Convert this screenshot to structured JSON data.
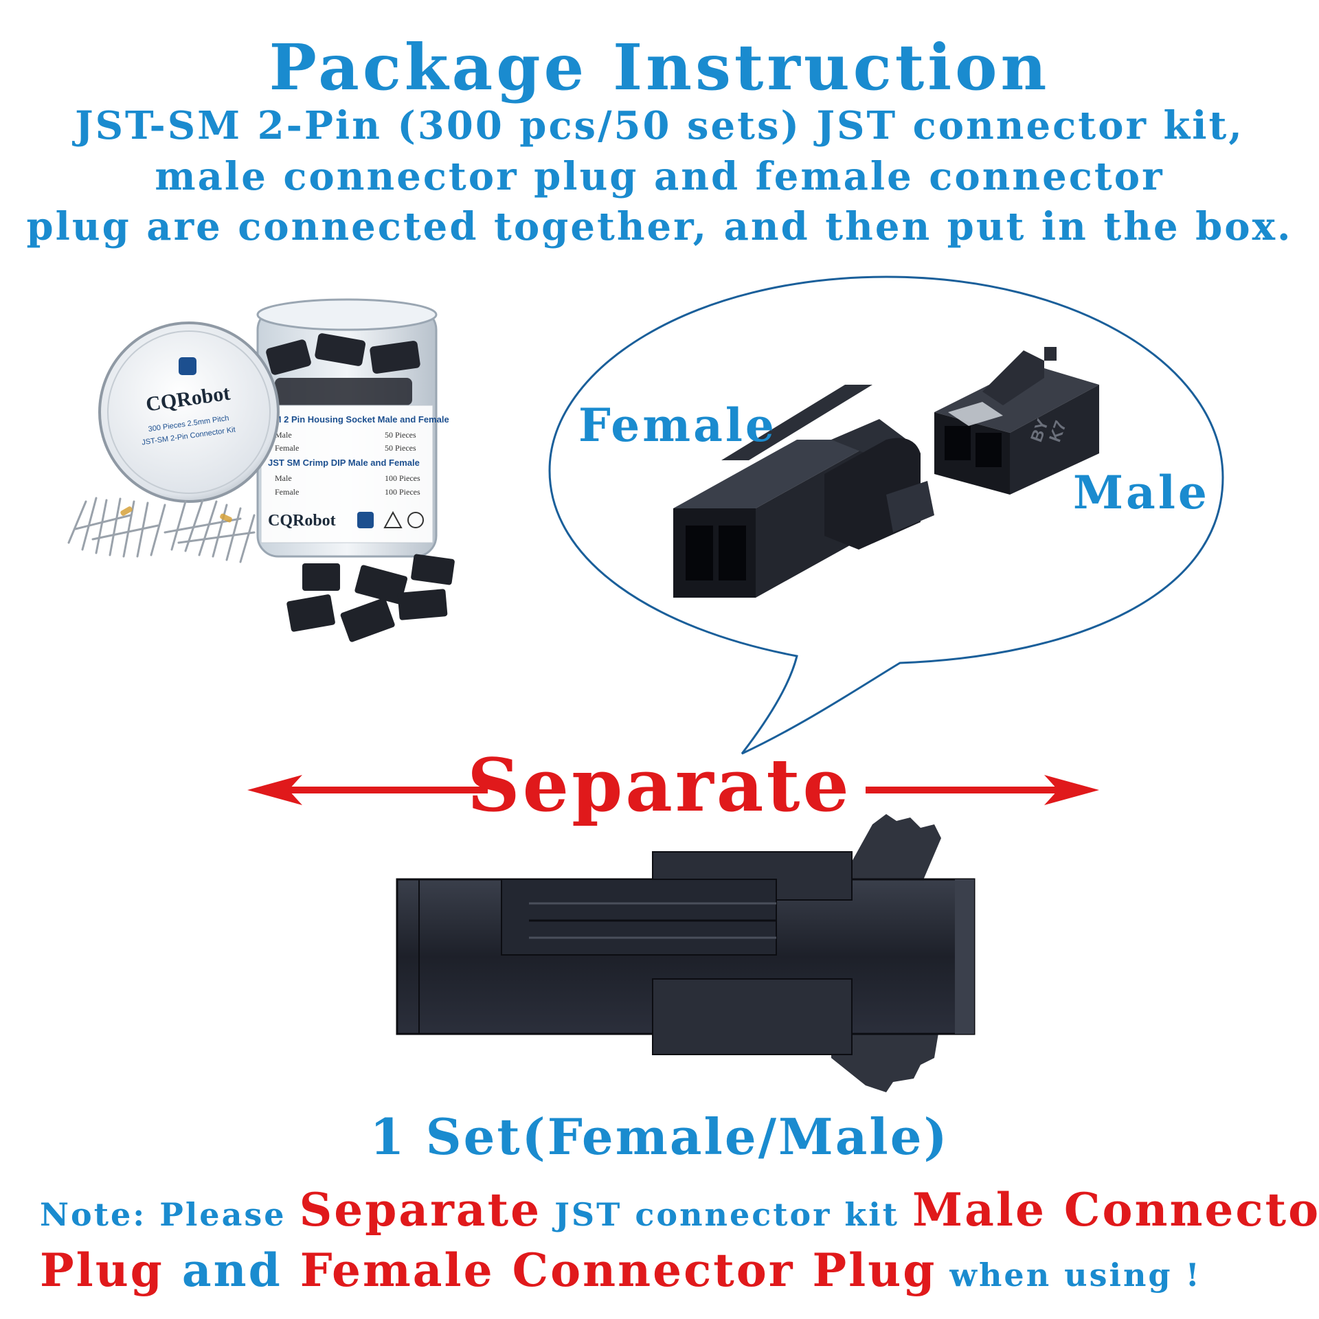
{
  "title": "Package Instruction",
  "subtitle_lines": [
    "JST-SM 2-Pin (300 pcs/50 sets) JST connector kit,",
    "male connector plug and female connector",
    "plug are connected together, and then put in the box."
  ],
  "product_jar": {
    "brand": "CQRobot",
    "lid_line_1": "300 Pieces 2.5mm Pitch",
    "lid_line_2": "JST-SM 2-Pin Connector Kit",
    "label_rows": [
      {
        "name": "SM 2 Pin Housing Socket Male and Female",
        "qty": ""
      },
      {
        "name": "Male",
        "qty": "50 Pieces"
      },
      {
        "name": "Female",
        "qty": "50 Pieces"
      },
      {
        "name": "JST SM Crimp DIP Male and Female",
        "qty": ""
      },
      {
        "name": "Male",
        "qty": "100 Pieces"
      },
      {
        "name": "Female",
        "qty": "100 Pieces"
      }
    ]
  },
  "bubble": {
    "female_label": "Female",
    "male_label": "Male",
    "connector_marking_1": "BY",
    "connector_marking_2": "K7"
  },
  "separate_label": "Separate",
  "set_label": "1 Set(Female/Male)",
  "note": {
    "part1": "Note: Please ",
    "part2": "Separate",
    "part3": " JST connector kit ",
    "part4": "Male Connector",
    "part5": "Plug",
    "part6": " and ",
    "part7": "Female Connector Plug",
    "part8": " when using !"
  },
  "colors": {
    "accent_blue": "#1a8bcf",
    "accent_red": "#e0191b",
    "connector_black": "#1c1f27"
  }
}
